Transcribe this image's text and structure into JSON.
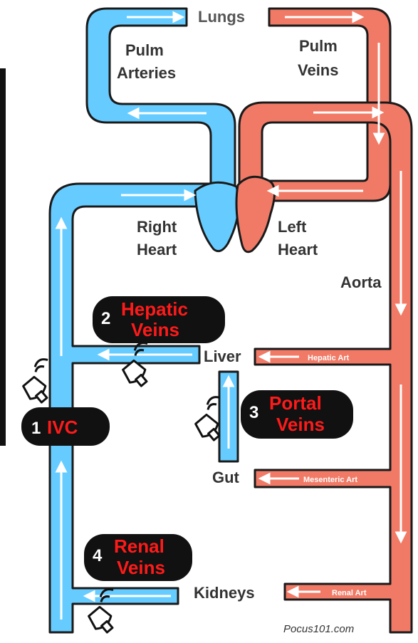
{
  "labels": {
    "lungs": "Lungs",
    "pulm_arteries_1": "Pulm",
    "pulm_arteries_2": "Arteries",
    "pulm_veins_1": "Pulm",
    "pulm_veins_2": "Veins",
    "right_heart_1": "Right",
    "right_heart_2": "Heart",
    "left_heart_1": "Left",
    "left_heart_2": "Heart",
    "aorta": "Aorta",
    "liver": "Liver",
    "gut": "Gut",
    "kidneys": "Kidneys"
  },
  "arteries": {
    "hepatic": "Hepatic Art",
    "mesenteric": "Mesenteric Art",
    "renal": "Renal Art"
  },
  "badges": [
    {
      "num": "1",
      "line1": "IVC",
      "line2": ""
    },
    {
      "num": "2",
      "line1": "Hepatic",
      "line2": "Veins"
    },
    {
      "num": "3",
      "line1": "Portal",
      "line2": "Veins"
    },
    {
      "num": "4",
      "line1": "Renal",
      "line2": "Veins"
    }
  ],
  "credit": "Pocus101.com",
  "colors": {
    "venous": "#66ccff",
    "arterial": "#f07a66",
    "outline": "#1a1a1a",
    "badge_bg": "#111111",
    "badge_text": "#ff1a1a"
  }
}
